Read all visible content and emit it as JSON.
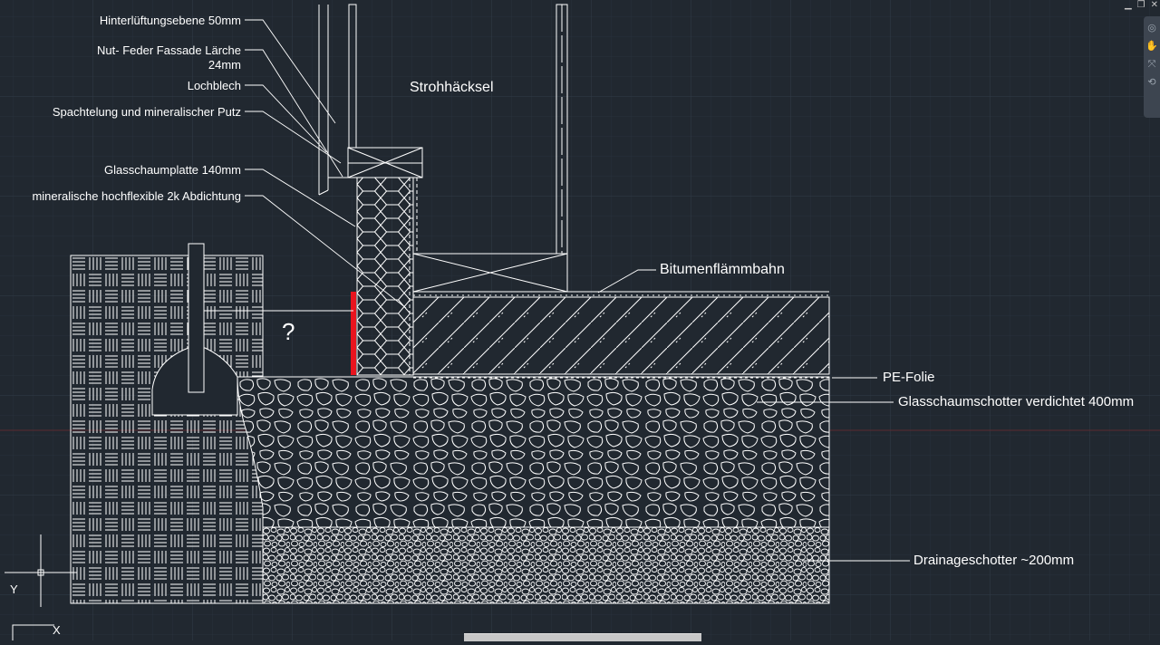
{
  "window": {
    "controls": [
      "minimize-icon",
      "restore-icon",
      "close-icon"
    ]
  },
  "drawing": {
    "question_mark": "?",
    "room_label": "Strohhäcksel",
    "labels_left": [
      "Hinterlüftungsebene 50mm",
      "Nut- Feder Fassade Lärche",
      "24mm",
      "Lochblech",
      "Spachtelung und mineralischer Putz",
      "Glasschaumplatte 140mm",
      "mineralische hochflexible 2k Abdichtung"
    ],
    "labels_right": [
      "Bitumenflämmbahn",
      "PE-Folie",
      "Glasschaumschotter verdichtet 400mm",
      "Drainageschotter ~200mm"
    ]
  },
  "ucs": {
    "x_label": "X",
    "y_label": "Y"
  },
  "colors": {
    "background": "#212830",
    "grid": "#2b3440",
    "linework": "#ffffff",
    "highlight": "#e8141e",
    "axis_red": "#5a2a30"
  }
}
